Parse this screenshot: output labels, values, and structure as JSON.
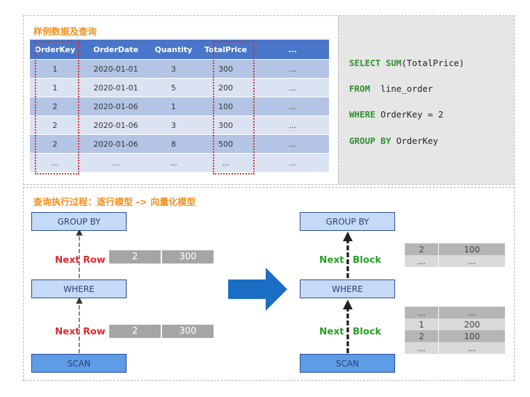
{
  "sample": {
    "title": "样例数据及查询",
    "headers": [
      "OrderKey",
      "OrderDate",
      "Quantity",
      "TotalPrice",
      "..."
    ],
    "rows": [
      [
        "1",
        "2020-01-01",
        "3",
        "300",
        "..."
      ],
      [
        "1",
        "2020-01-01",
        "5",
        "200",
        "..."
      ],
      [
        "2",
        "2020-01-06",
        "1",
        "100",
        "..."
      ],
      [
        "2",
        "2020-01-06",
        "3",
        "300",
        "..."
      ],
      [
        "2",
        "2020-01-06",
        "8",
        "500",
        "..."
      ],
      [
        "...",
        "...",
        "...",
        "...",
        "..."
      ]
    ]
  },
  "query": {
    "l1": {
      "kw": "SELECT",
      "a": " ",
      "kw2": "SUM",
      "rest": "(TotalPrice)"
    },
    "l2": {
      "kw": "FROM",
      "rest": "  line_order"
    },
    "l3": {
      "kw": "WHERE",
      "rest": " OrderKey = 2"
    },
    "l4": {
      "kw": "GROUP BY",
      "rest": " OrderKey"
    }
  },
  "process": {
    "title": "查询执行过程：逐行模型 -> 向量化模型",
    "group_by": "GROUP BY",
    "where": "WHERE",
    "scan": "SCAN",
    "row_model": {
      "next_word": "Next",
      "row_word": "Row",
      "upper_row": [
        "2",
        "300"
      ],
      "lower_row": [
        "2",
        "300"
      ]
    },
    "vector_model": {
      "next_word": "Next",
      "block_word": "Block",
      "upper_block": [
        [
          "2",
          "100"
        ],
        [
          "...",
          "..."
        ]
      ],
      "lower_block": [
        [
          "...",
          "..."
        ],
        [
          "1",
          "200"
        ],
        [
          "2",
          "100"
        ],
        [
          "...",
          "..."
        ]
      ]
    }
  },
  "colors": {
    "header_blue": "#4a76c9",
    "accent_orange": "#f5901e",
    "highlight_red": "#e0282c",
    "keyword_green": "#2f8f2f",
    "arrow_blue": "#1a6fc4"
  }
}
